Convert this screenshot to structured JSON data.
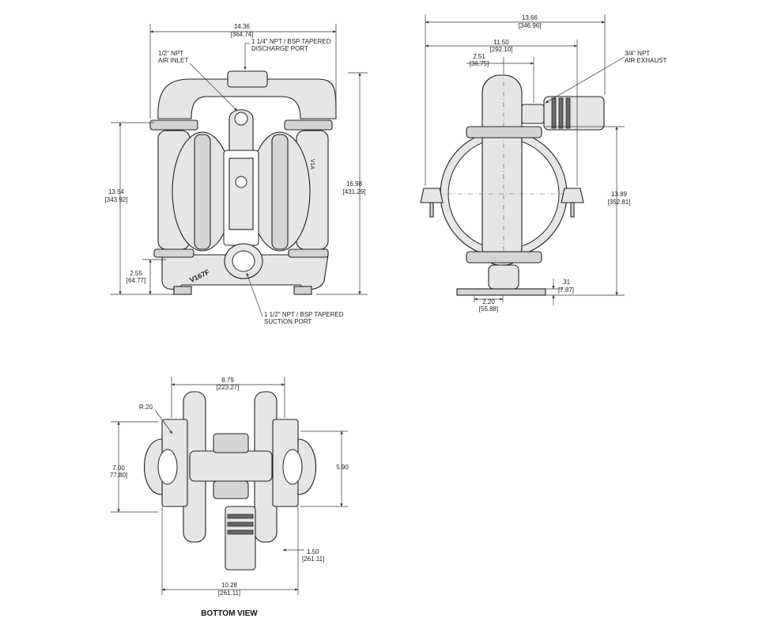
{
  "front_view": {
    "dims": {
      "overall_width": {
        "value": "14.36",
        "metric": "[364.74]"
      },
      "overall_height": {
        "value": "16.98",
        "metric": "[431.29]"
      },
      "intake_height": {
        "value": "13.54",
        "metric": "[343.92]"
      },
      "suction_height": {
        "value": "2.55",
        "metric": "[64.77]"
      }
    },
    "callouts": {
      "air_inlet": [
        "1/2\" NPT",
        "AIR INLET"
      ],
      "discharge_port": [
        "1 1/4\" NPT / BSP TAPERED",
        "DISCHARGE PORT"
      ],
      "suction_port": [
        "1 1/2\" NPT / BSP TAPERED",
        "SUCTION PORT"
      ]
    },
    "markings": {
      "body_left": "V167F",
      "body_right": "V1A"
    }
  },
  "side_view": {
    "dims": {
      "overall_width": {
        "value": "13.66",
        "metric": "[346.96]"
      },
      "width_2": {
        "value": "11.50",
        "metric": "[292.10]"
      },
      "exhaust_offset": {
        "value": "2.51",
        "metric": "[36.75]"
      },
      "height": {
        "value": "13.89",
        "metric": "[352.81]"
      },
      "base_width": {
        "value": "2.20",
        "metric": "[55.88]"
      },
      "base_thickness": {
        "value": ".31",
        "metric": "[7.87]"
      }
    },
    "callouts": {
      "air_exhaust": [
        "3/4\" NPT",
        "AIR EXHAUST"
      ]
    }
  },
  "bottom_view": {
    "title": "BOTTOM VIEW",
    "dims": {
      "top_width": {
        "value": "8.79",
        "metric": "[223.27]"
      },
      "radius": {
        "value": "R.20"
      },
      "left_height": {
        "value": "7.00",
        "metric": "77.80]"
      },
      "right_height": {
        "value": "5.90"
      },
      "offset": {
        "value": "1.50",
        "metric": "[261.11]"
      },
      "bottom_width": {
        "value": "10.28",
        "metric": "[261.11]"
      }
    }
  },
  "colors": {
    "line": "#222222",
    "fill": "#e6e6e6",
    "dark": "#6a6a6a"
  }
}
